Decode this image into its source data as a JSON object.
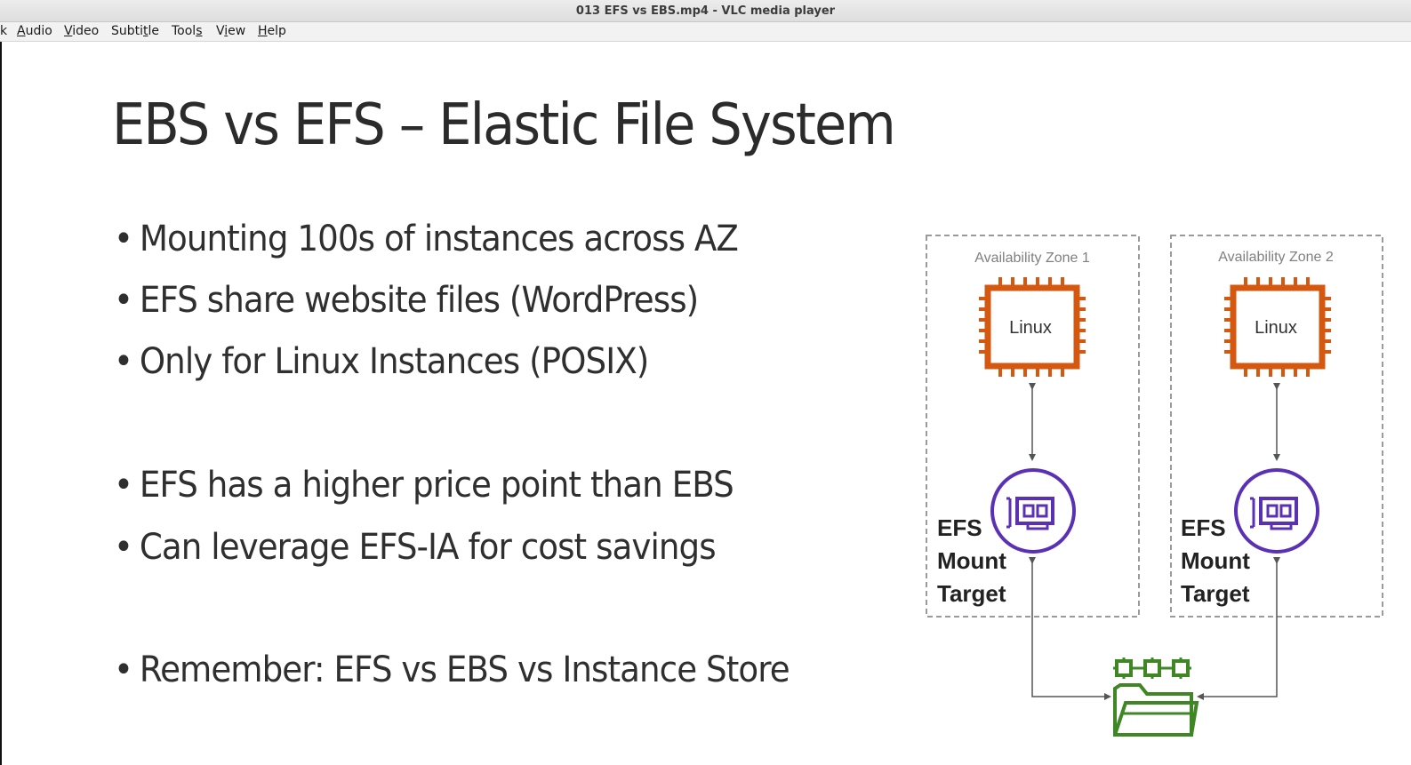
{
  "window": {
    "title": "013 EFS vs EBS.mp4 - VLC media player"
  },
  "menu": {
    "items": [
      {
        "label_pre": "",
        "label_u": "A",
        "label_post": "udio"
      },
      {
        "label_pre": "",
        "label_u": "V",
        "label_post": "ideo"
      },
      {
        "label_pre": "Subti",
        "label_u": "t",
        "label_post": "le"
      },
      {
        "label_pre": "Tool",
        "label_u": "s",
        "label_post": ""
      },
      {
        "label_pre": "V",
        "label_u": "i",
        "label_post": "ew"
      },
      {
        "label_pre": "",
        "label_u": "H",
        "label_post": "elp"
      }
    ],
    "cut_off": "k"
  },
  "slide": {
    "title": "EBS vs EFS – Elastic File System",
    "bullet_char": "•",
    "bullets": [
      "Mounting 100s of instances across AZ",
      "EFS share website files (WordPress)",
      "Only for Linux Instances (POSIX)",
      "EFS has a higher price point than EBS",
      "Can leverage EFS-IA for cost savings",
      "Remember: EFS vs EBS vs Instance Store"
    ]
  },
  "diagram": {
    "zones": [
      {
        "label": "Availability Zone 1",
        "instance": "Linux",
        "mount_line1": "EFS",
        "mount_line2": "Mount",
        "mount_line3": "Target"
      },
      {
        "label": "Availability Zone 2",
        "instance": "Linux",
        "mount_line1": "EFS",
        "mount_line2": "Mount",
        "mount_line3": "Target"
      }
    ],
    "colors": {
      "ec2": "#d4580f",
      "mount": "#5a30b5",
      "efs": "#3f8624",
      "zone_border": "#9a9a9a",
      "arrow": "#555555"
    },
    "icons": {
      "instance": "ec2-chip-icon",
      "mount": "efs-mount-target-icon",
      "efs": "efs-file-system-icon"
    }
  }
}
